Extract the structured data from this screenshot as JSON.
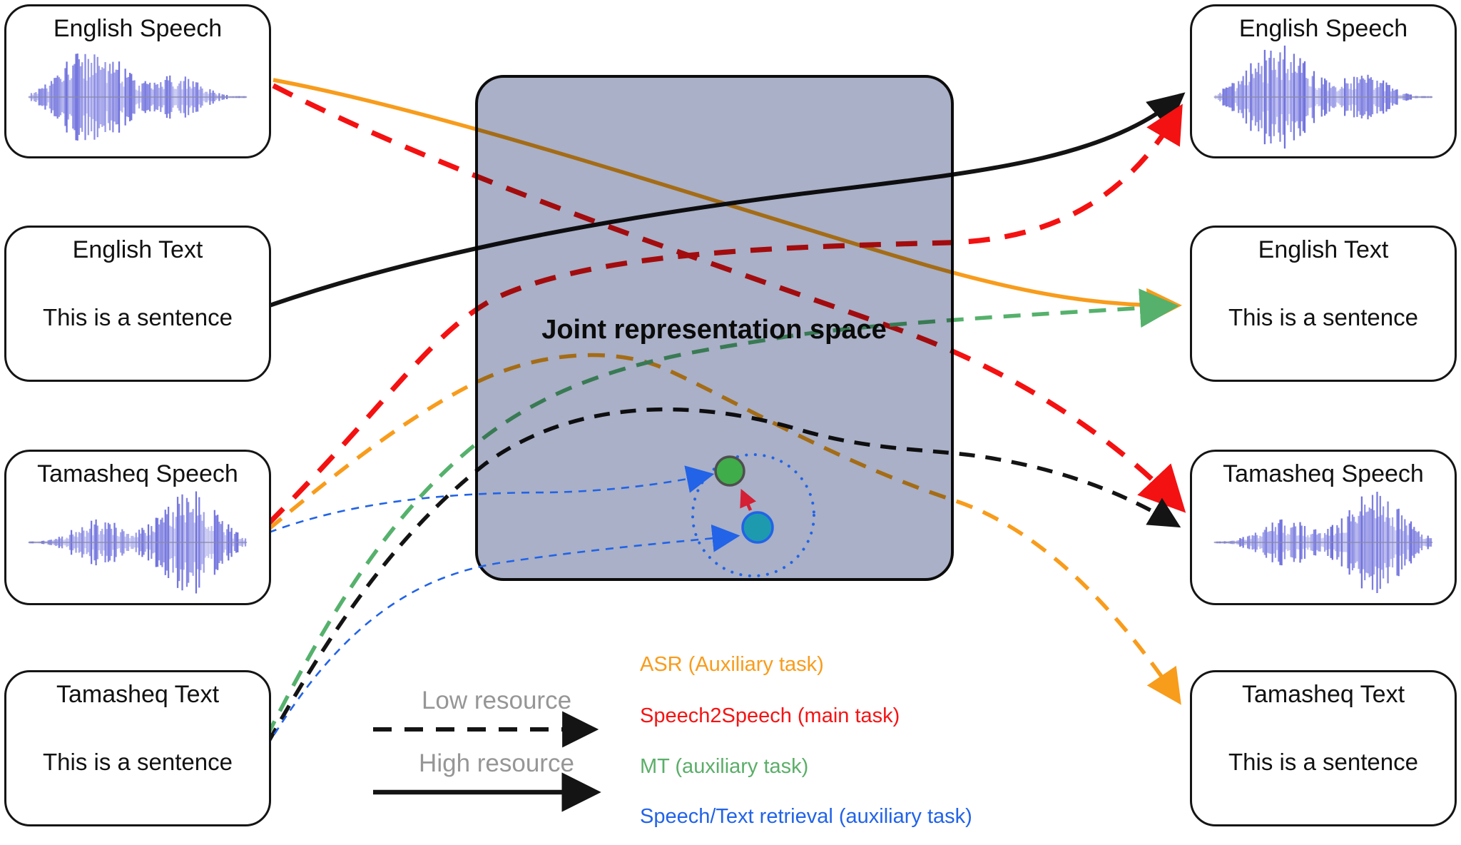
{
  "boxes": {
    "left": [
      {
        "title": "English Speech",
        "type": "waveform",
        "wave": "english"
      },
      {
        "title": "English Text",
        "type": "text",
        "sentence": "This is a sentence"
      },
      {
        "title": "Tamasheq Speech",
        "type": "waveform",
        "wave": "tamasheq"
      },
      {
        "title": "Tamasheq Text",
        "type": "text",
        "sentence": "This is a sentence"
      }
    ],
    "right": [
      {
        "title": "English Speech",
        "type": "waveform",
        "wave": "english"
      },
      {
        "title": "English Text",
        "type": "text",
        "sentence": "This is a sentence"
      },
      {
        "title": "Tamasheq Speech",
        "type": "waveform",
        "wave": "tamasheq"
      },
      {
        "title": "Tamasheq Text",
        "type": "text",
        "sentence": "This is a sentence"
      }
    ]
  },
  "center": {
    "title": "Joint representation space"
  },
  "legend": {
    "low_label": "Low resource",
    "high_label": "High resource"
  },
  "tasks": [
    {
      "label": "ASR (Auxiliary task)",
      "color": "#F89C1C"
    },
    {
      "label": "Speech2Speech (main task)",
      "color": "#F41414"
    },
    {
      "label": "MT (auxiliary task)",
      "color": "#5BAE69"
    },
    {
      "label": "Speech/Text retrieval (auxiliary task)",
      "color": "#2263E7"
    }
  ],
  "colors": {
    "orange": "#F89C1C",
    "red": "#F41111",
    "green": "#55B16C",
    "blue": "#2263E7",
    "black": "#141414",
    "legend_gray": "#969696",
    "box_fill": "#A9B0C7",
    "waveform": "#4345D2",
    "dot_green": "#3EAD4A",
    "dot_green_ring": "#4F4F4F",
    "dot_teal": "#1E9AAF",
    "dot_teal_ring": "#2263E7",
    "mini_arrow_red": "#D41F35"
  }
}
